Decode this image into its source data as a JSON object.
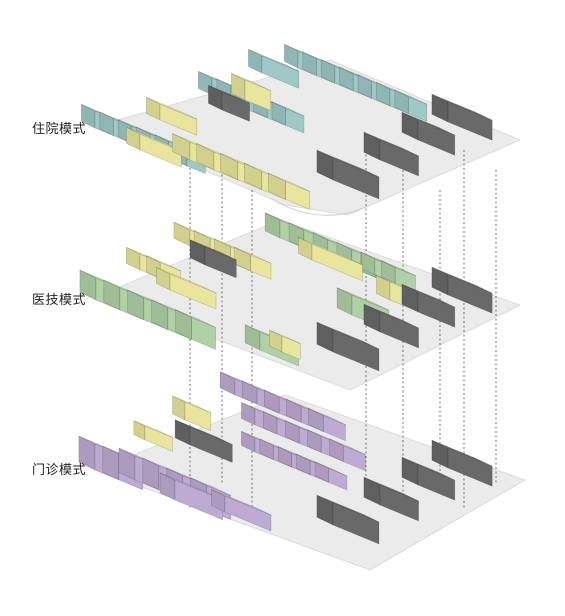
{
  "layers": [
    {
      "label": "住院模式",
      "accent": "#a6d4d1"
    },
    {
      "label": "医技模式",
      "accent": "#b9dcae"
    },
    {
      "label": "门诊模式",
      "accent": "#c8b4de"
    }
  ],
  "colors": {
    "teal": "#a6d4d1",
    "green": "#b9dcae",
    "yellow": "#f4f2a4",
    "purple": "#c8b4de",
    "dark": "#6f6f6f",
    "slab": "#ebebeb"
  }
}
